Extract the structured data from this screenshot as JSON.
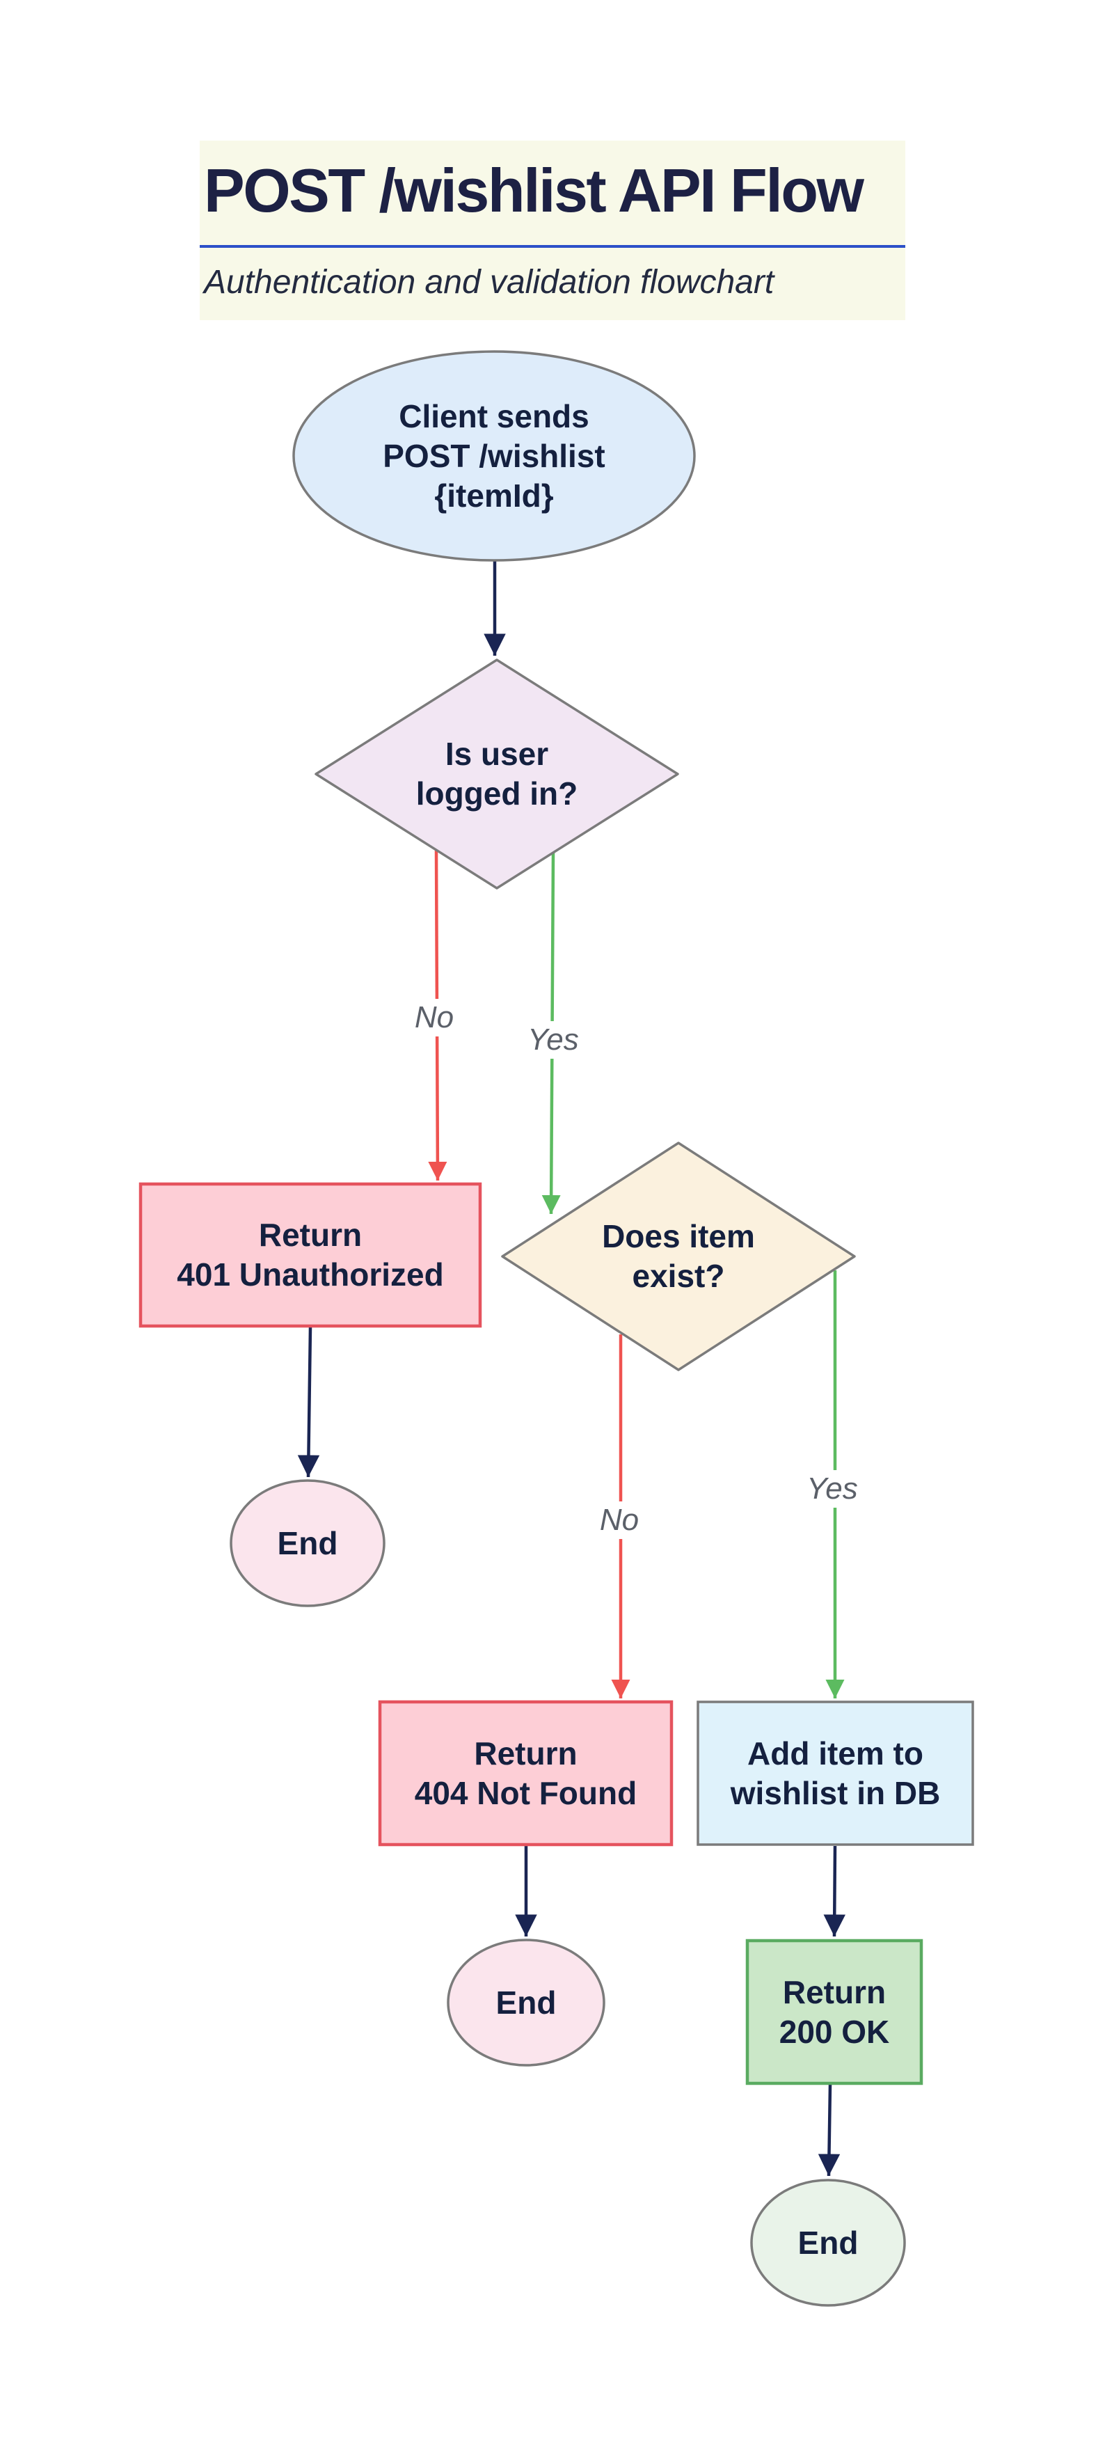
{
  "title": {
    "text": "POST /wishlist API Flow",
    "subtitle": "Authentication and validation flowchart"
  },
  "nodes": {
    "start": {
      "type": "ellipse",
      "lines": [
        "Client sends",
        "POST /wishlist",
        "{itemId}"
      ]
    },
    "auth_check": {
      "type": "diamond",
      "lines": [
        "Is user",
        "logged in?"
      ]
    },
    "return_401": {
      "type": "rect",
      "lines": [
        "Return",
        "401 Unauthorized"
      ]
    },
    "end_401": {
      "type": "ellipse",
      "lines": [
        "End"
      ]
    },
    "item_check": {
      "type": "diamond",
      "lines": [
        "Does item",
        "exist?"
      ]
    },
    "return_404": {
      "type": "rect",
      "lines": [
        "Return",
        "404 Not Found"
      ]
    },
    "end_404": {
      "type": "ellipse",
      "lines": [
        "End"
      ]
    },
    "add_item": {
      "type": "rect",
      "lines": [
        "Add item to",
        "wishlist in DB"
      ]
    },
    "return_200": {
      "type": "rect",
      "lines": [
        "Return",
        "200 OK"
      ]
    },
    "end_200": {
      "type": "ellipse",
      "lines": [
        "End"
      ]
    }
  },
  "edges": {
    "auth_no": {
      "label": "No"
    },
    "auth_yes": {
      "label": "Yes"
    },
    "item_no": {
      "label": "No"
    },
    "item_yes": {
      "label": "Yes"
    }
  },
  "colors": {
    "bg": "#ffffff",
    "title_bg": "#f8f9e8",
    "title_text": "#1d2144",
    "rule_blue": "#2c50c8",
    "subtitle_text": "#232a40",
    "node_text": "#14203f",
    "stroke_gray": "#7b7b7b",
    "edge_navy": "#1a2553",
    "edge_red": "#ef5350",
    "edge_green": "#5cbb60",
    "label_gray": "#5b6069",
    "start_fill": "#deecfa",
    "auth_fill": "#f2e6f3",
    "warn_fill": "#fdced6",
    "warn_stroke": "#e5535e",
    "end_pink_fill": "#fbe5ed",
    "item_fill": "#fbf1de",
    "add_fill": "#dff2fb",
    "ok_fill": "#cbe7c8",
    "ok_stroke": "#5aab61",
    "end_green_fill": "#e9f3e9"
  }
}
